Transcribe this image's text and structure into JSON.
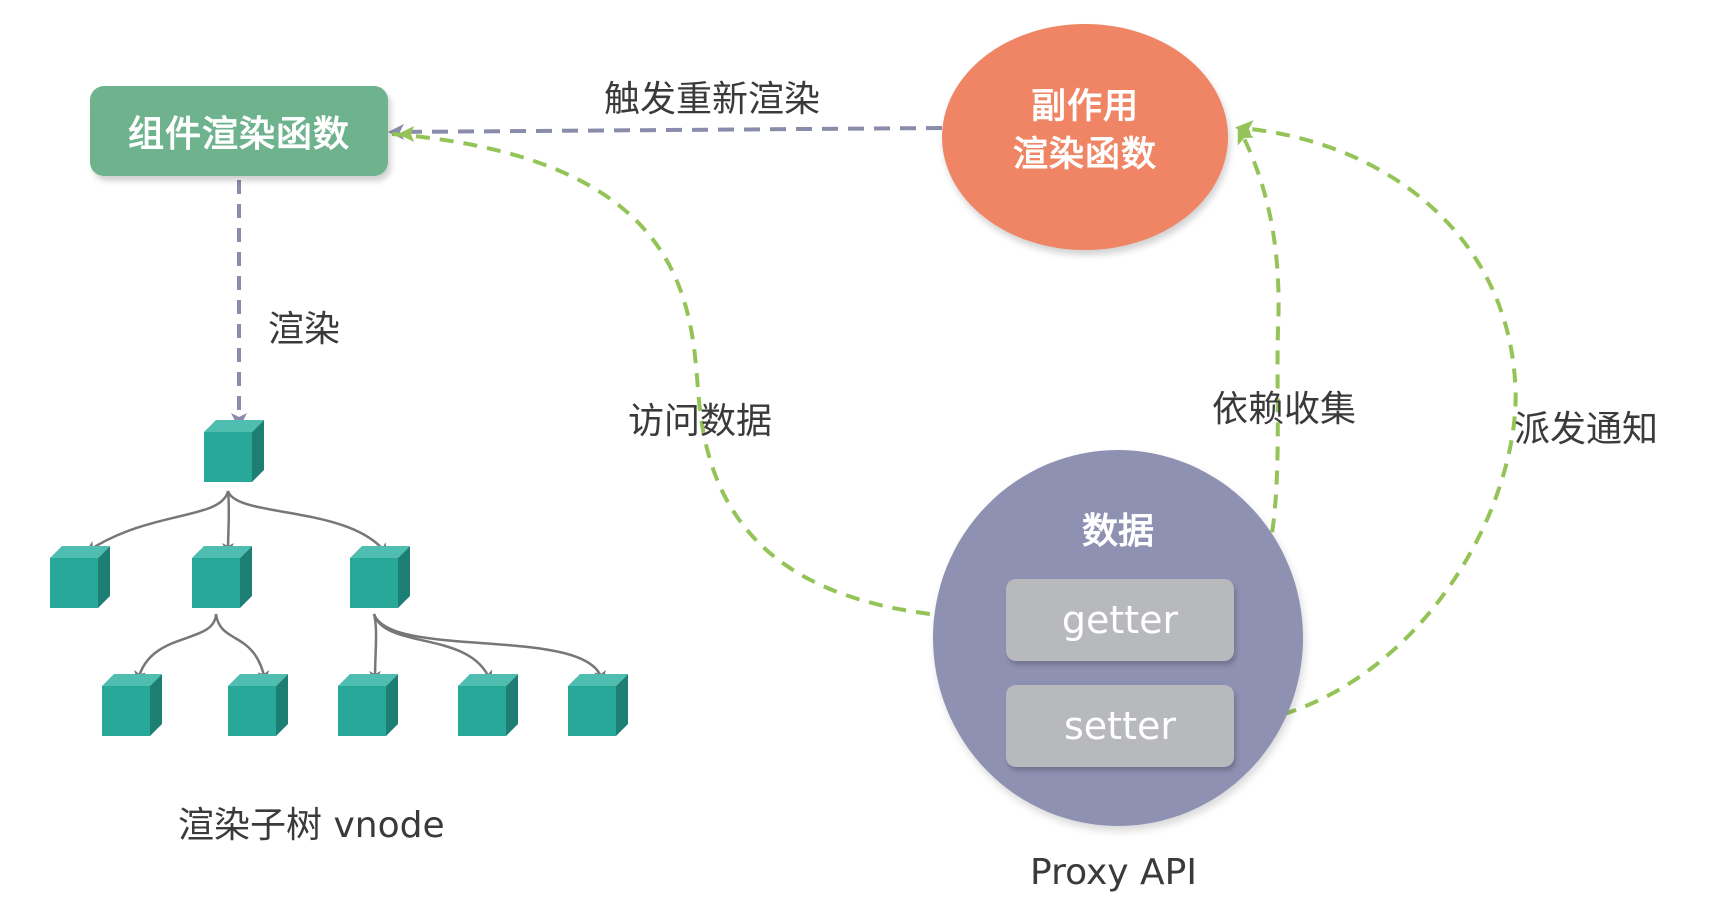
{
  "component_render_fn": "组件渲染函数",
  "side_effect": {
    "line1": "副作用",
    "line2": "渲染函数"
  },
  "data_block": {
    "title": "数据",
    "getter": "getter",
    "setter": "setter"
  },
  "edge_labels": {
    "retrigger": "触发重新渲染",
    "render": "渲染",
    "access_data": "访问数据",
    "dependency_collection": "依赖收集",
    "notify": "派发通知"
  },
  "subtree_caption": "渲染子树 vnode",
  "proxy_caption": "Proxy API",
  "colors": {
    "component_box": "#6fb38e",
    "side_effect": "#ef8565",
    "data_circle": "#8f91b3",
    "accessor_box": "#b8b9bd",
    "vnode_cube": "#27a899",
    "reactive_arrow": "#94c458",
    "render_arrow": "#8a8cab",
    "tree_edge": "#777777"
  },
  "tree": {
    "root": "cube",
    "children": [
      {
        "name": "cube",
        "children": [
          "cube",
          "cube"
        ]
      },
      {
        "name": "cube",
        "children": []
      },
      {
        "name": "cube",
        "children": [
          "cube",
          "cube",
          "cube"
        ]
      }
    ]
  }
}
